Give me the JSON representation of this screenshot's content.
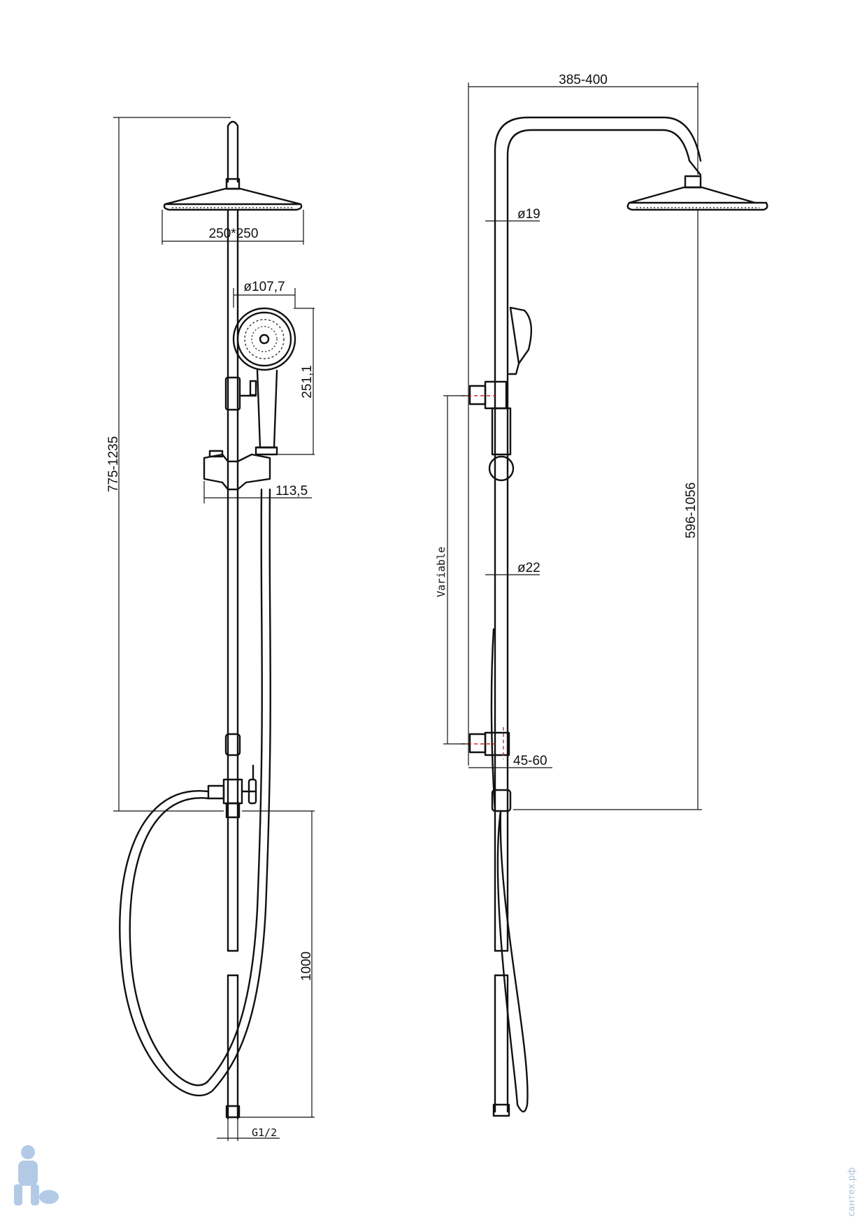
{
  "front_view": {
    "dim_height": "775-1235",
    "dim_head": "250*250",
    "dim_hand": "ø107,7",
    "dim_hand_len": "251,1",
    "dim_holder": "113,5",
    "dim_hose": "1000",
    "dim_thread": "G1/2"
  },
  "side_view": {
    "dim_reach": "385-400",
    "dim_d19": "ø19",
    "dim_d22": "ø22",
    "dim_variable": "Variable",
    "dim_bracket_offset": "45-60",
    "dim_mixer_to_head": "596-1056"
  },
  "watermark": {
    "text": "сантех.рф",
    "colors": {
      "figure": "#9fbde0",
      "text": "#aac3dd"
    }
  }
}
